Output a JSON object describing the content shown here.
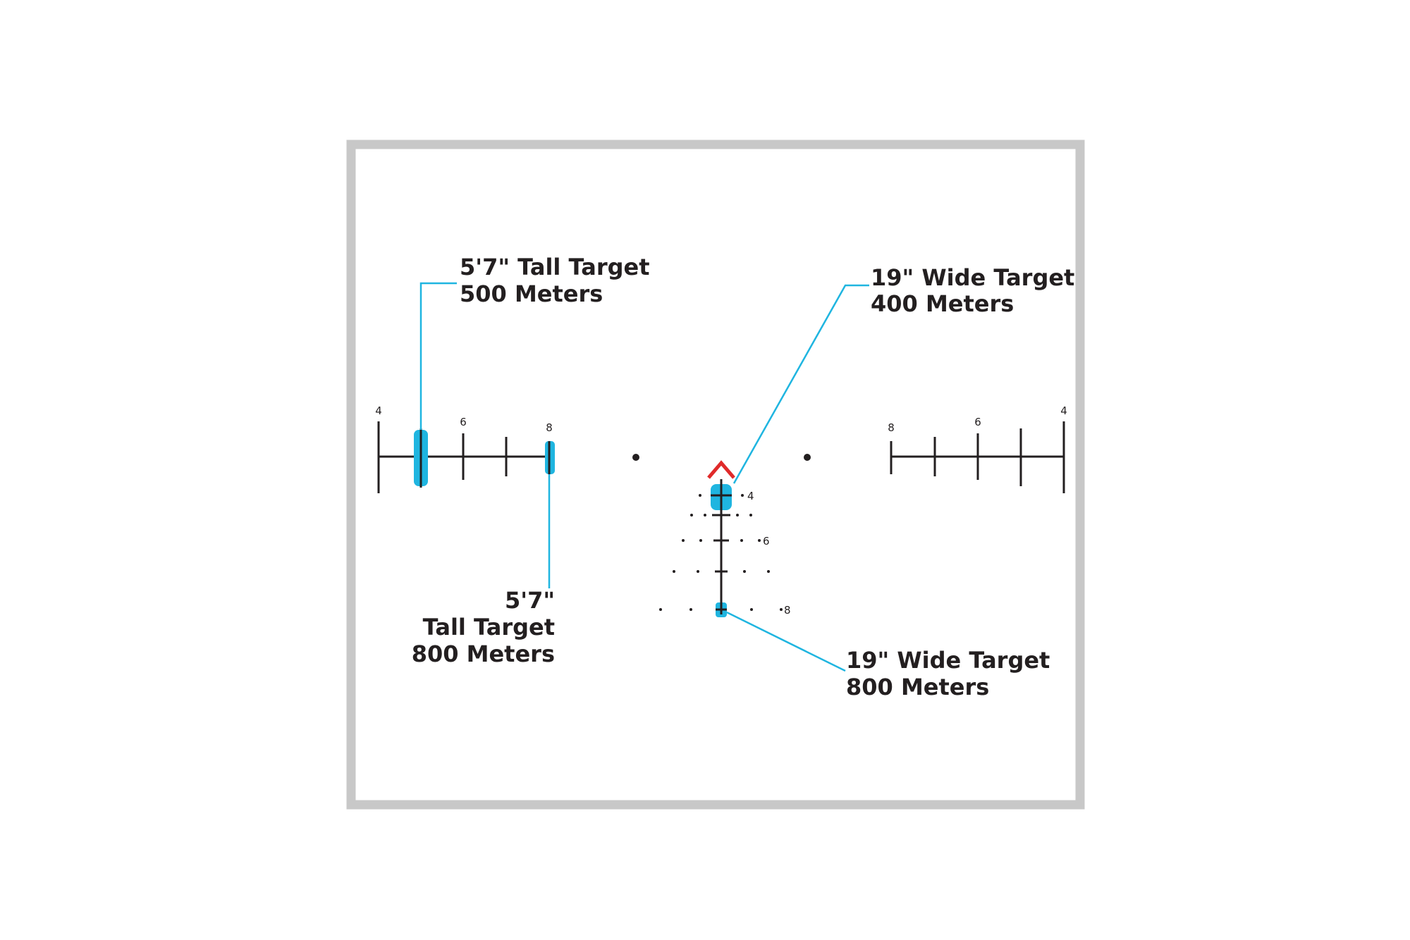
{
  "colors": {
    "frame": "#c8c8c8",
    "reticle": "#231f20",
    "highlight": "#1fb5e0",
    "leader": "#1fb5e0",
    "chevron": "#e02a2a"
  },
  "icons": {
    "chevron": "chevron-up-icon",
    "center_dots": "dot-icon"
  },
  "left_scale": {
    "tick_labels": [
      "4",
      "6",
      "8"
    ]
  },
  "right_scale": {
    "tick_labels": [
      "8",
      "6",
      "4"
    ]
  },
  "center_scale": {
    "tick_labels": [
      "4",
      "6",
      "8"
    ]
  },
  "callouts": {
    "tall_500": {
      "line1": "5'7\" Tall Target",
      "line2": "500 Meters"
    },
    "tall_800": {
      "line1": "5'7\"",
      "line2": "Tall Target",
      "line3": "800 Meters"
    },
    "wide_400": {
      "line1": "19\" Wide Target",
      "line2": "400 Meters"
    },
    "wide_800": {
      "line1": "19\" Wide Target",
      "line2": "800 Meters"
    }
  }
}
